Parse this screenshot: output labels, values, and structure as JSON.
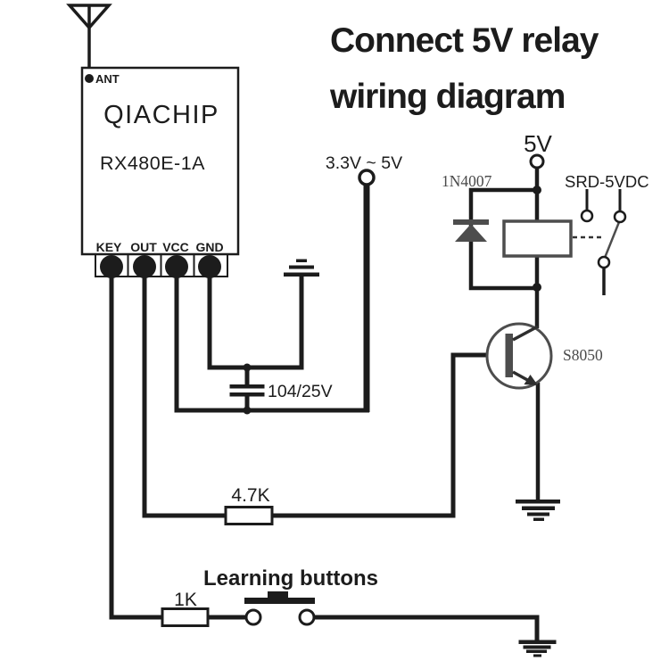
{
  "title": {
    "line1": "Connect 5V relay",
    "line2": "wiring diagram"
  },
  "module": {
    "ant_label": "ANT",
    "brand": "QIACHIP",
    "model": "RX480E-1A",
    "pins": [
      "KEY",
      "OUT",
      "VCC",
      "GND"
    ]
  },
  "nets": {
    "input_supply": "3.3V ~ 5V",
    "relay_supply": "5V"
  },
  "components": {
    "capacitor_value": "104/25V",
    "base_resistor_value": "4.7K",
    "key_resistor_value": "1K",
    "button_label": "Learning buttons",
    "diode_part": "1N4007",
    "relay_part": "SRD-5VDC",
    "transistor_part": "S8050"
  },
  "colors": {
    "wire": "#1c1c1c",
    "component_outline": "#4d4d4d",
    "part_label": "#4a4a4a",
    "background": "#ffffff"
  }
}
